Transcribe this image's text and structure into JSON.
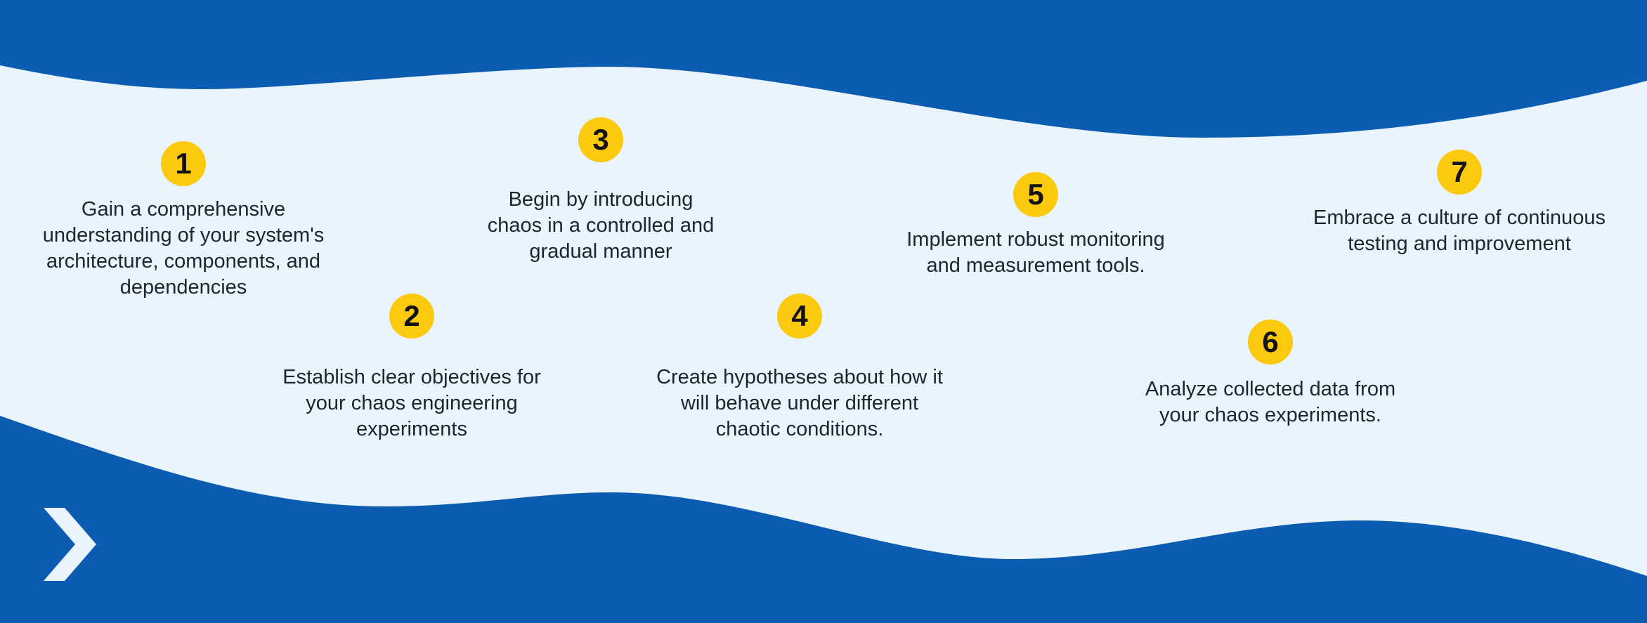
{
  "infographic": {
    "colors": {
      "primary_blue": "#0C5DB2",
      "background_light_blue": "#E9F4FC",
      "badge_yellow": "#FBC90E",
      "text_dark": "#1C2630"
    },
    "arrow_icon": "chevron-right",
    "steps": [
      {
        "number": "1",
        "lines": [
          "Gain a comprehensive",
          "understanding of your system's",
          "architecture, components, and",
          "dependencies"
        ]
      },
      {
        "number": "2",
        "lines": [
          "Establish clear objectives for",
          "your chaos engineering",
          "experiments"
        ]
      },
      {
        "number": "3",
        "lines": [
          "Begin by introducing",
          "chaos in a controlled and",
          "gradual manner"
        ]
      },
      {
        "number": "4",
        "lines": [
          "Create hypotheses about how it",
          "will behave under different",
          "chaotic conditions."
        ]
      },
      {
        "number": "5",
        "lines": [
          "Implement robust monitoring",
          "and measurement tools."
        ]
      },
      {
        "number": "6",
        "lines": [
          "Analyze collected data from",
          "your chaos experiments."
        ]
      },
      {
        "number": "7",
        "lines": [
          "Embrace a culture of continuous",
          "testing and improvement"
        ]
      }
    ]
  }
}
